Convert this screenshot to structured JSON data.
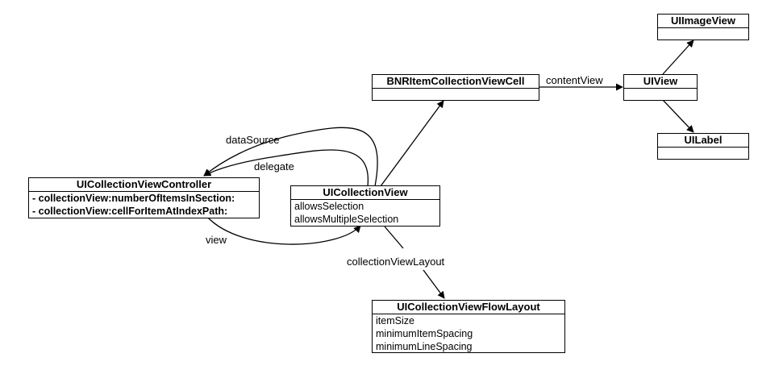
{
  "classes": {
    "controller": {
      "title": "UICollectionViewController",
      "methods": [
        "- collectionView:numberOfItemsInSection:",
        "- collectionView:cellForItemAtIndexPath:"
      ]
    },
    "collection_view": {
      "title": "UICollectionView",
      "properties": [
        "allowsSelection",
        "allowsMultipleSelection"
      ]
    },
    "cell": {
      "title": "BNRItemCollectionViewCell"
    },
    "uiview": {
      "title": "UIView"
    },
    "imageview": {
      "title": "UIImageView"
    },
    "uilabel": {
      "title": "UILabel"
    },
    "flow_layout": {
      "title": "UICollectionViewFlowLayout",
      "properties": [
        "itemSize",
        "minimumItemSpacing",
        "minimumLineSpacing"
      ]
    }
  },
  "relations": {
    "data_source": "dataSource",
    "delegate": "delegate",
    "view": "view",
    "content_view": "contentView",
    "collection_view_layout": "collectionViewLayout"
  }
}
